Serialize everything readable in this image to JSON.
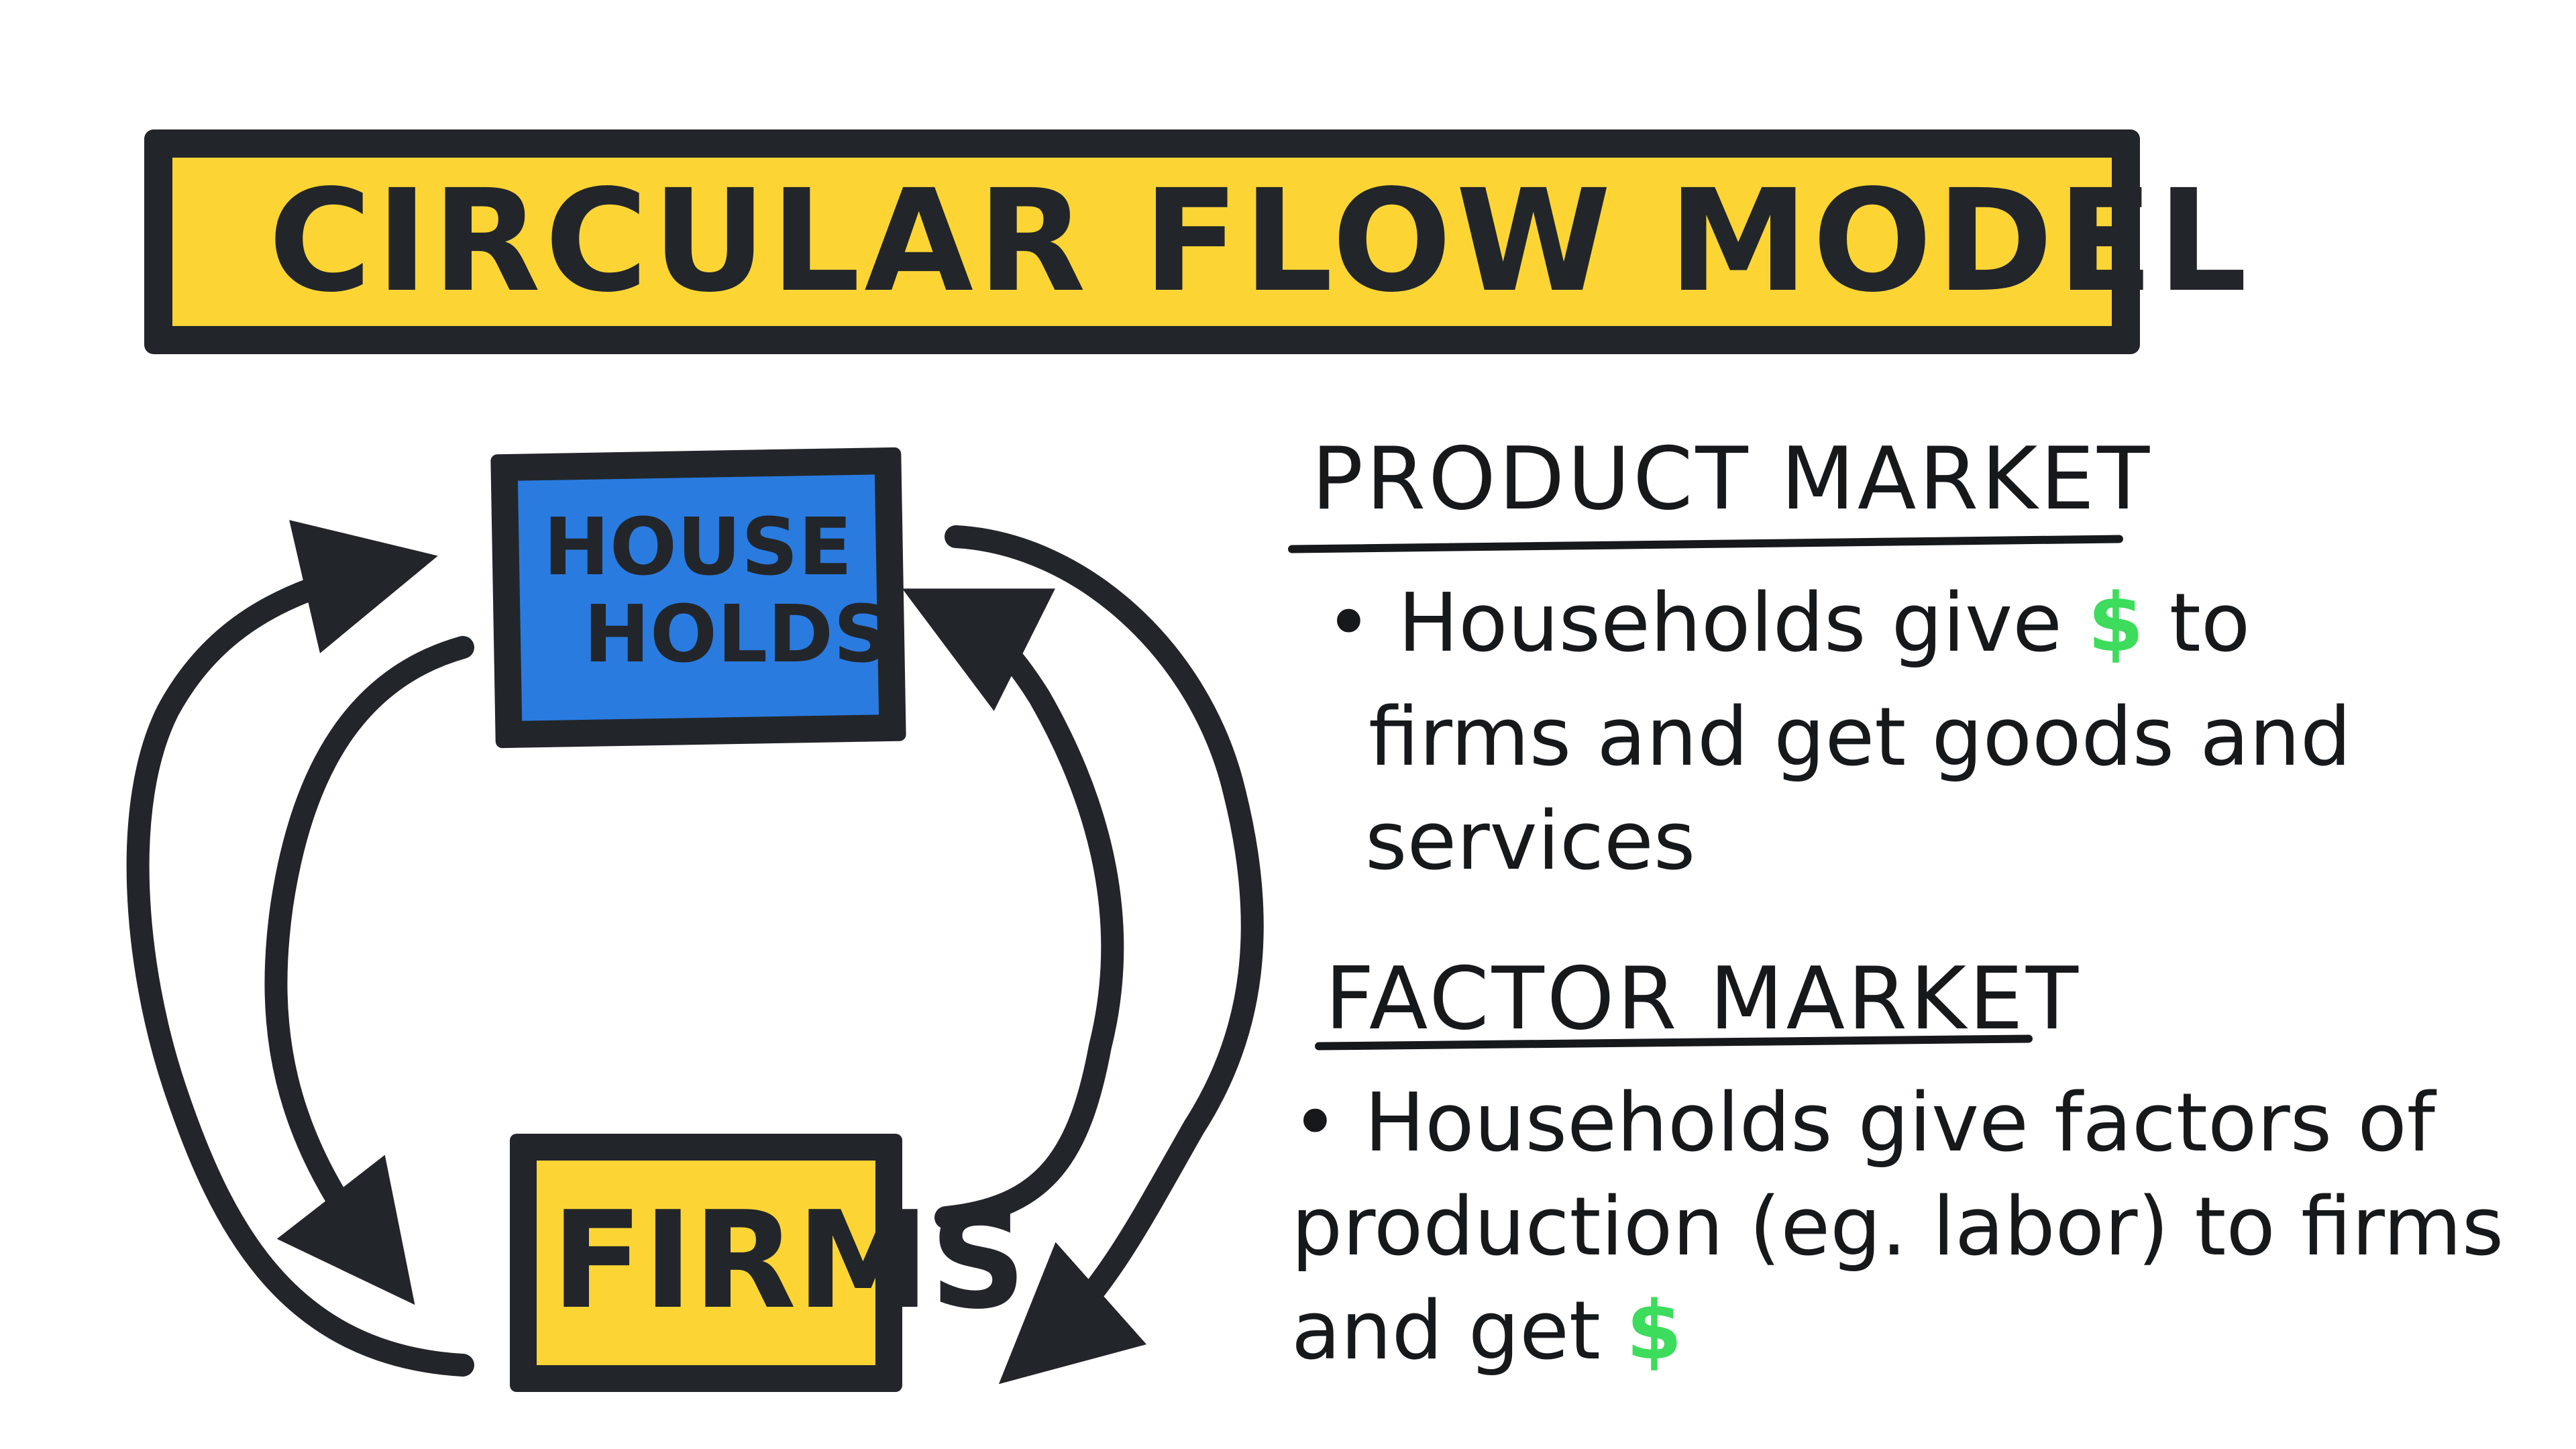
{
  "title": "CIRCULAR FLOW MODEL",
  "diagram": {
    "households_line1": "HOUSE",
    "households_line2": "HOLDS",
    "firms": "FIRMS"
  },
  "product_market": {
    "heading": "PRODUCT MARKET",
    "line1_before": "• Households give ",
    "line1_dollar": "$",
    "line1_after": "  to",
    "line2": "firms and get goods and",
    "line3": "services"
  },
  "factor_market": {
    "heading": "FACTOR MARKET",
    "line1": "• Households give factors of",
    "line2": "production (eg. labor) to firms",
    "line3_before": "and get ",
    "line3_dollar": "$"
  },
  "colors": {
    "banner_yellow": "#fcd535",
    "households_blue": "#2a7be0",
    "firms_yellow": "#fcd535",
    "ink": "#22262a",
    "dollar_green": "#3ddc5c"
  }
}
